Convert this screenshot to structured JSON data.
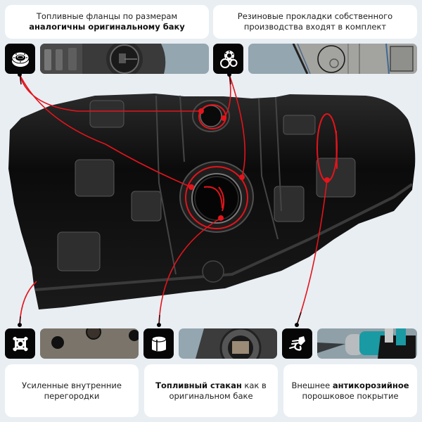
{
  "features": {
    "top_left": {
      "line1": "Топливные фланцы по размерам",
      "line2_bold": "аналогичны оригинальному баку",
      "icon": "fuel-flange-icon"
    },
    "top_right": {
      "line1": "Резиновые прокладки собственного",
      "line2": "производства входят в комплект",
      "icon": "rubber-gaskets-icon"
    },
    "bottom_left": {
      "line1": "Усиленные внутренние",
      "line2": "перегородки",
      "icon": "internal-baffles-icon"
    },
    "bottom_middle": {
      "line1_bold": "Топливный стакан",
      "line1_rest": " как в",
      "line2": "оригинальном баке",
      "icon": "fuel-cup-icon"
    },
    "bottom_right": {
      "line1_rest": "Внешнее ",
      "line1_bold": "антикорозийное",
      "line2": "порошковое покрытие",
      "icon": "spray-coating-icon"
    }
  },
  "colors": {
    "background": "#e9eef3",
    "card": "#ffffff",
    "icon_box": "#060606",
    "callout_red": "#e3141b",
    "tank_black": "#0b0b0b",
    "thumb_blue_gray": "#94a6b0",
    "spray_teal": "#1a9aa3"
  },
  "main_image": {
    "subject": "fuel-tank",
    "callouts": 5
  }
}
